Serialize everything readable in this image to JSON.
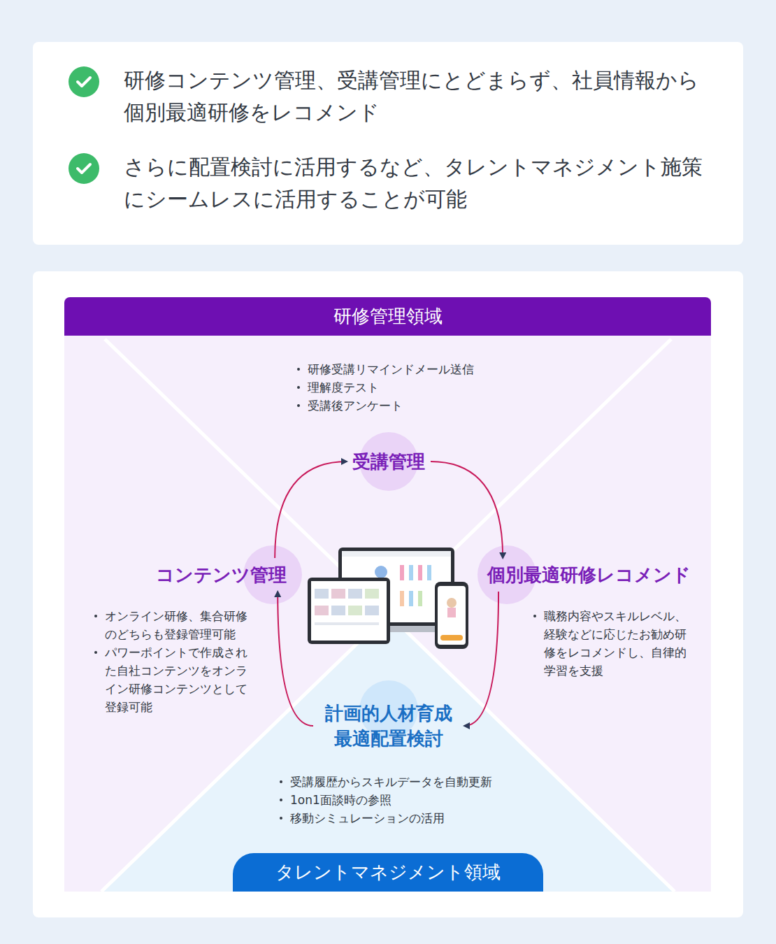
{
  "diagram": {
    "nodes": [
      {
        "text": [
          "研修管理領域"
        ]
      },
      {
        "text": [
          "受講管理",
          "研修受講リマインドメール送信",
          "理解度テスト",
          "受講後アンケート"
        ],
        "in": 0
      },
      {
        "text": [
          "コンテンツ管理",
          "オンライン研修、集合研修のどちらも登録管理可能",
          "パワーポイントで作成された自社コンテンツをオンライン研修コンテンツとして登録可能"
        ],
        "in": 0
      },
      {
        "text": [
          "個別最適研修レコメンド",
          "職務内容やスキルレベル、経験などに応じたお勧め研修をレコメンドし、自律的学習を支援"
        ],
        "in": 0
      },
      {
        "text": [
          "計画的人材育成 最適配置検討",
          "受講履歴からスキルデータを自動更新",
          "1on1面談時の参照",
          "移動シミュレーションの活用"
        ],
        "in": 0
      },
      {
        "text": [
          "タレントマネジメント領域"
        ],
        "in": 0
      }
    ],
    "edges": [
      {
        "from": 2,
        "to": 1,
        "arrow": "to"
      },
      {
        "from": 1,
        "to": 3,
        "arrow": "to"
      },
      {
        "from": 3,
        "to": 4,
        "arrow": "to"
      },
      {
        "from": 4,
        "to": 2,
        "arrow": "to"
      }
    ],
    "labels": [
      "研修コンテンツ管理、受講管理にとどまらず、社員情報から個別最適研修をレコメンド",
      "さらに配置検討に活用するなど、タレントマネジメント施策にシームレスに活用することが可能"
    ]
  }
}
